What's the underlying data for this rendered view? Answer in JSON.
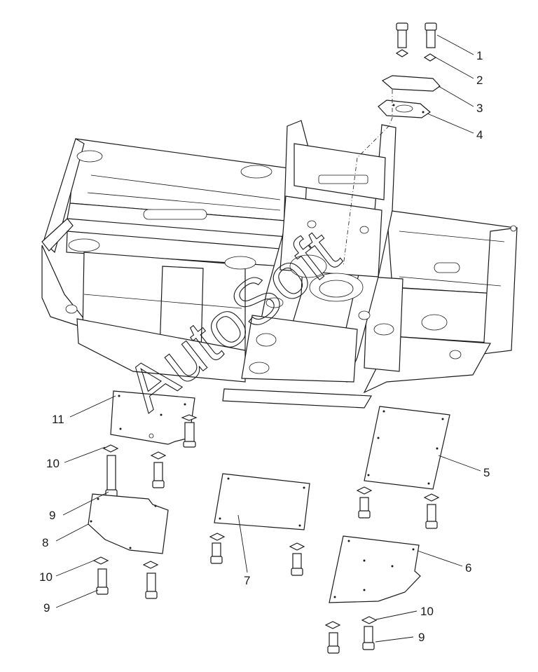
{
  "diagram": {
    "callouts": [
      {
        "id": "c1",
        "label": "1"
      },
      {
        "id": "c2",
        "label": "2"
      },
      {
        "id": "c3",
        "label": "3"
      },
      {
        "id": "c4",
        "label": "4"
      },
      {
        "id": "c5",
        "label": "5"
      },
      {
        "id": "c6",
        "label": "6"
      },
      {
        "id": "c7",
        "label": "7"
      },
      {
        "id": "c8",
        "label": "8"
      },
      {
        "id": "c9a",
        "label": "9"
      },
      {
        "id": "c9b",
        "label": "9"
      },
      {
        "id": "c9c",
        "label": "9"
      },
      {
        "id": "c10a",
        "label": "10"
      },
      {
        "id": "c10b",
        "label": "10"
      },
      {
        "id": "c10c",
        "label": "10"
      },
      {
        "id": "c11",
        "label": "11"
      }
    ],
    "watermark": "AutoSoft"
  }
}
